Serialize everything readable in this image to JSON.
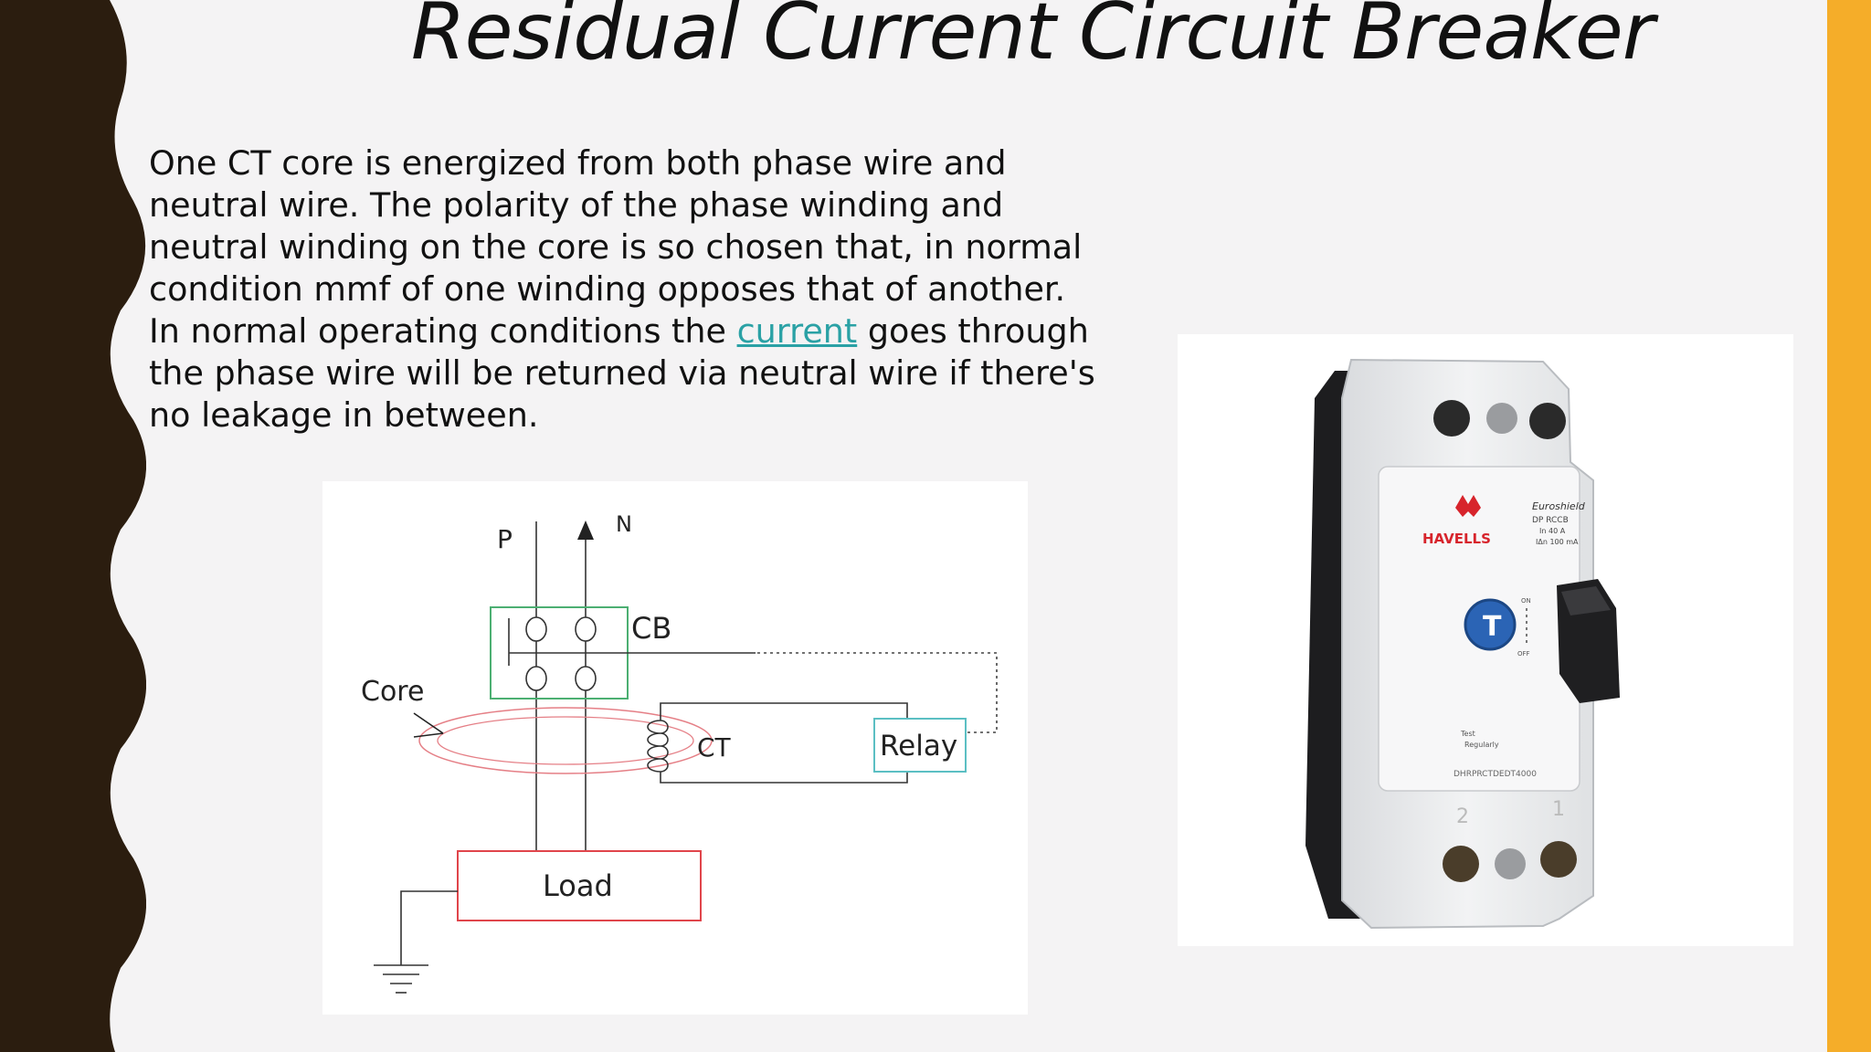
{
  "slide": {
    "title": "Residual Current Circuit Breaker",
    "paragraph1": "One CT core is energized from both phase wire and neutral wire. The polarity of the phase winding and neutral winding on the core is so chosen that, in normal condition mmf of one winding opposes that of another.",
    "paragraph2_before": "In normal operating conditions the ",
    "paragraph2_link": "current",
    "paragraph2_after": " goes through the phase wire will be returned via neutral wire if there's no leakage in between.",
    "colors": {
      "left_band": "#2b1d0f",
      "right_band": "#f5ad29",
      "link": "#2aa1a5",
      "breaker_box": "#4caf72",
      "core": "#e57f86",
      "relay_box": "#5bbfc3",
      "load_box": "#e0454b"
    }
  },
  "diagram": {
    "label_p": "P",
    "label_n": "N",
    "label_cb": "CB",
    "label_core": "Core",
    "label_ct": "CT",
    "label_relay": "Relay",
    "label_load": "Load"
  },
  "photo": {
    "brand": "HAVELLS",
    "model_line1": "Euroshield",
    "model_line2": "DP RCCB",
    "rating_line1": "In 40 A",
    "rating_line2": "IΔn 100 mA",
    "test_button": "T",
    "switch_on": "ON",
    "switch_off": "OFF",
    "test_note_line1": "Test",
    "test_note_line2": "Regularly",
    "part_number": "DHRPRCTDEDT4000",
    "terminal_label_2": "2",
    "terminal_label_1": "1"
  }
}
